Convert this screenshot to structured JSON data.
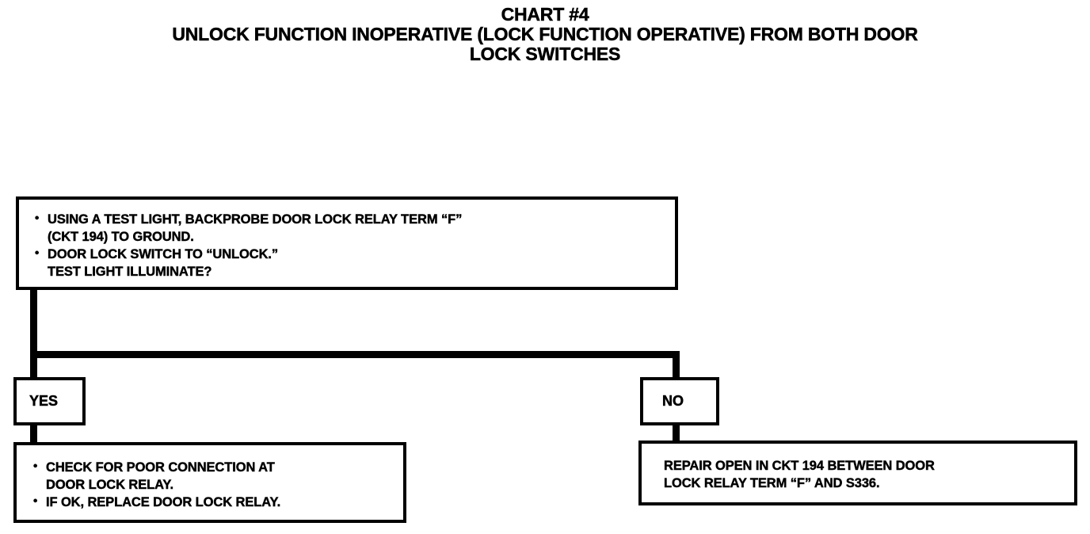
{
  "title": {
    "line1": "CHART #4",
    "line2": "UNLOCK FUNCTION INOPERATIVE (LOCK FUNCTION OPERATIVE) FROM BOTH DOOR",
    "line3": "LOCK SWITCHES"
  },
  "chart_data": {
    "type": "flowchart",
    "title": "CHART #4 — UNLOCK FUNCTION INOPERATIVE (LOCK FUNCTION OPERATIVE) FROM BOTH DOOR LOCK SWITCHES",
    "nodes": [
      {
        "id": "question",
        "kind": "test-step",
        "lines": [
          "USING A TEST LIGHT, BACKPROBE DOOR LOCK RELAY TERM “F”",
          "(CKT 194) TO GROUND.",
          "DOOR LOCK SWITCH TO “UNLOCK.”",
          "TEST LIGHT ILLUMINATE?"
        ]
      },
      {
        "id": "yes-label",
        "kind": "branch-label",
        "label": "YES"
      },
      {
        "id": "no-label",
        "kind": "branch-label",
        "label": "NO"
      },
      {
        "id": "action-yes",
        "kind": "action",
        "lines": [
          "CHECK FOR POOR CONNECTION AT",
          "DOOR LOCK RELAY.",
          "IF OK, REPLACE DOOR LOCK RELAY."
        ]
      },
      {
        "id": "action-no",
        "kind": "action",
        "lines": [
          "REPAIR OPEN IN CKT 194 BETWEEN DOOR",
          "LOCK RELAY TERM “F” AND S336."
        ]
      }
    ],
    "edges": [
      {
        "from": "question",
        "to": "yes-label",
        "label": "YES"
      },
      {
        "from": "question",
        "to": "no-label",
        "label": "NO"
      },
      {
        "from": "yes-label",
        "to": "action-yes"
      },
      {
        "from": "no-label",
        "to": "action-no"
      }
    ],
    "colors": {
      "ink": "#000000",
      "paper": "#ffffff"
    }
  },
  "question_box": {
    "line1": "USING A TEST LIGHT, BACKPROBE DOOR LOCK RELAY TERM “F”",
    "line2": "(CKT 194) TO GROUND.",
    "line3": "DOOR LOCK SWITCH TO “UNLOCK.”",
    "line4": "TEST LIGHT ILLUMINATE?"
  },
  "yes_branch": {
    "label": "YES",
    "line1": "CHECK FOR POOR CONNECTION AT",
    "line2": "DOOR LOCK RELAY.",
    "line3": "IF OK, REPLACE DOOR LOCK RELAY."
  },
  "no_branch": {
    "label": "NO",
    "line1": "REPAIR OPEN IN CKT 194 BETWEEN DOOR",
    "line2": "LOCK RELAY TERM “F” AND S336."
  }
}
